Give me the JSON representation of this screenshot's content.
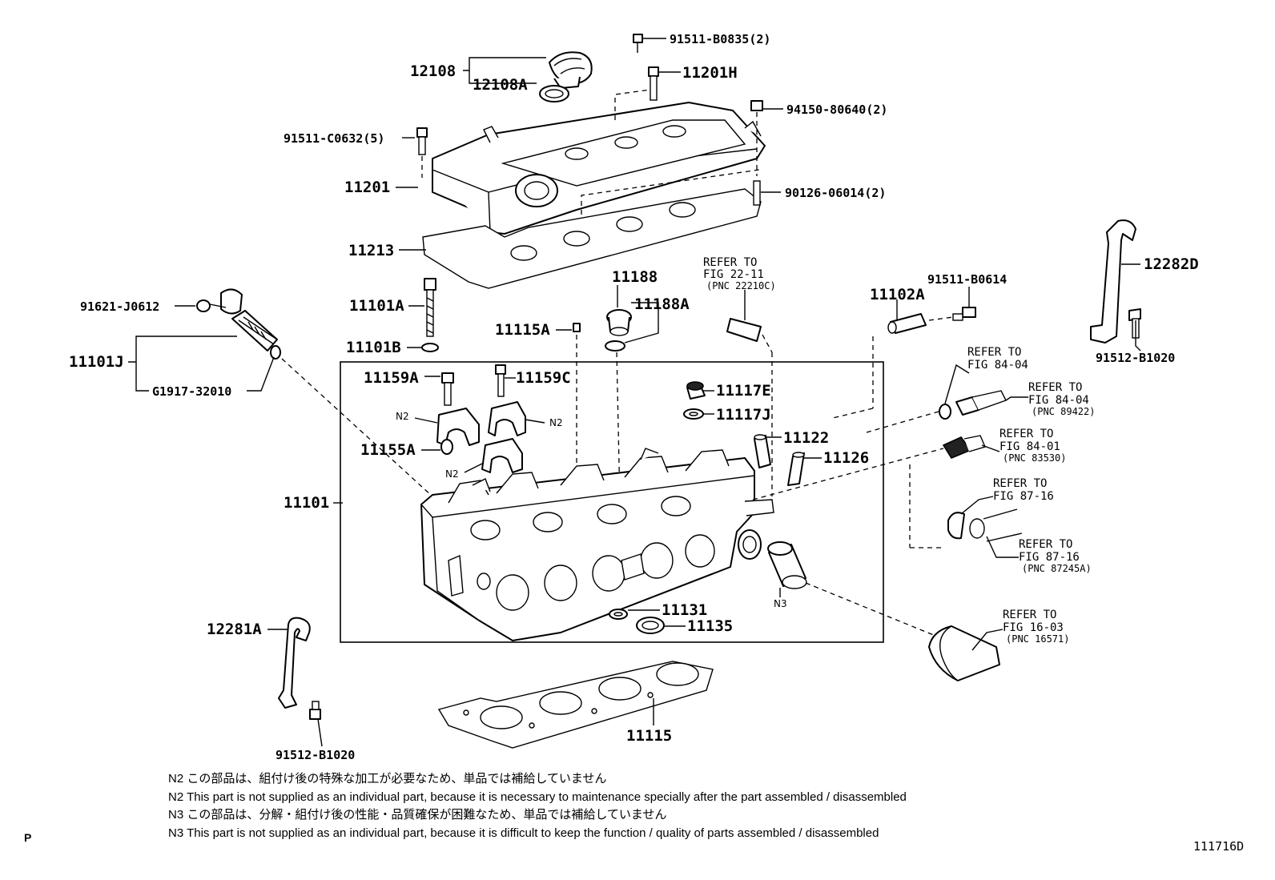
{
  "labels": {
    "p_12108": "12108",
    "p_12108A": "12108A",
    "p_91511_B0835": "91511-B0835(2)",
    "p_11201H": "11201H",
    "p_94150_80640": "94150-80640(2)",
    "p_91511_C0632": "91511-C0632(5)",
    "p_11201": "11201",
    "p_90126_06014": "90126-06014(2)",
    "p_11213": "11213",
    "p_12282D": "12282D",
    "p_91512_B1020_r": "91512-B1020",
    "p_11188": "11188",
    "p_11188A": "11188A",
    "p_11101A": "11101A",
    "p_91621_J0612": "91621-J0612",
    "p_11102A": "11102A",
    "p_91511_B0614": "91511-B0614",
    "p_11115A": "11115A",
    "p_11101B": "11101B",
    "p_11101J": "11101J",
    "p_G1917_32010": "G1917-32010",
    "p_11159A": "11159A",
    "p_11159C": "11159C",
    "p_11117E": "11117E",
    "p_11117J": "11117J",
    "p_11155A": "11155A",
    "p_11122": "11122",
    "p_11126": "11126",
    "p_11101": "11101",
    "p_11131": "11131",
    "p_11135": "11135",
    "p_12281A": "12281A",
    "p_11115": "11115",
    "p_91512_B1020_l": "91512-B1020"
  },
  "tags": {
    "n2_a": "N2",
    "n2_b": "N2",
    "n2_c": "N2",
    "n3": "N3"
  },
  "refs": {
    "r1": {
      "l1": "REFER TO",
      "l2": "FIG 22-11",
      "l3": "(PNC 22210C)"
    },
    "r2": {
      "l1": "REFER TO",
      "l2": "FIG 84-04"
    },
    "r3": {
      "l1": "REFER TO",
      "l2": "FIG 84-04",
      "l3": "(PNC 89422)"
    },
    "r4": {
      "l1": "REFER TO",
      "l2": "FIG 84-01",
      "l3": "(PNC 83530)"
    },
    "r5": {
      "l1": "REFER TO",
      "l2": "FIG 87-16"
    },
    "r6": {
      "l1": "REFER TO",
      "l2": "FIG 87-16",
      "l3": "(PNC 87245A)"
    },
    "r7": {
      "l1": "REFER TO",
      "l2": "FIG 16-03",
      "l3": "(PNC 16571)"
    }
  },
  "notes": [
    "N2 この部品は、組付け後の特殊な加工が必要なため、単品では補給していません",
    "N2 This part is not supplied as an individual part, because it is necessary to maintenance specially after the part assembled / disassembled",
    "N3 この部品は、分解・組付け後の性能・品質確保が困難なため、単品では補給していません",
    "N3 This part is not supplied as an individual part, because it is difficult to keep the function / quality of parts  assembled / disassembled"
  ],
  "corner_mark": "P",
  "drawing_id": "111716D"
}
